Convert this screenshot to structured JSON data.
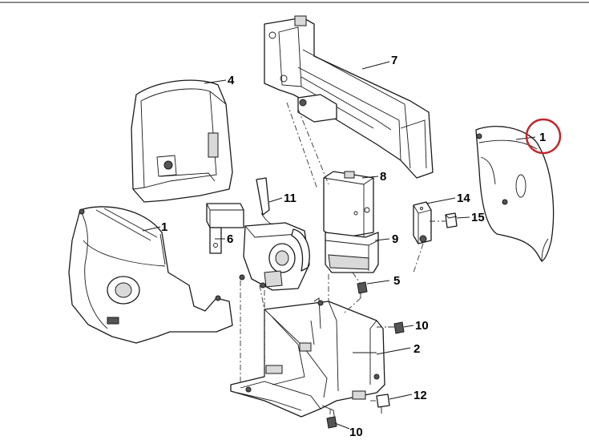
{
  "callouts": {
    "c1_right": "1",
    "c4": "4",
    "c7": "7",
    "c1_left": "1",
    "c6": "6",
    "c11": "11",
    "c8": "8",
    "c9": "9",
    "c14": "14",
    "c15": "15",
    "c5": "5",
    "c10_mid": "10",
    "c2": "2",
    "c12": "12",
    "c10_bottom": "10"
  },
  "colors": {
    "line": "#1a1a1a",
    "highlight_circle": "#c0272d",
    "background": "#ffffff"
  }
}
